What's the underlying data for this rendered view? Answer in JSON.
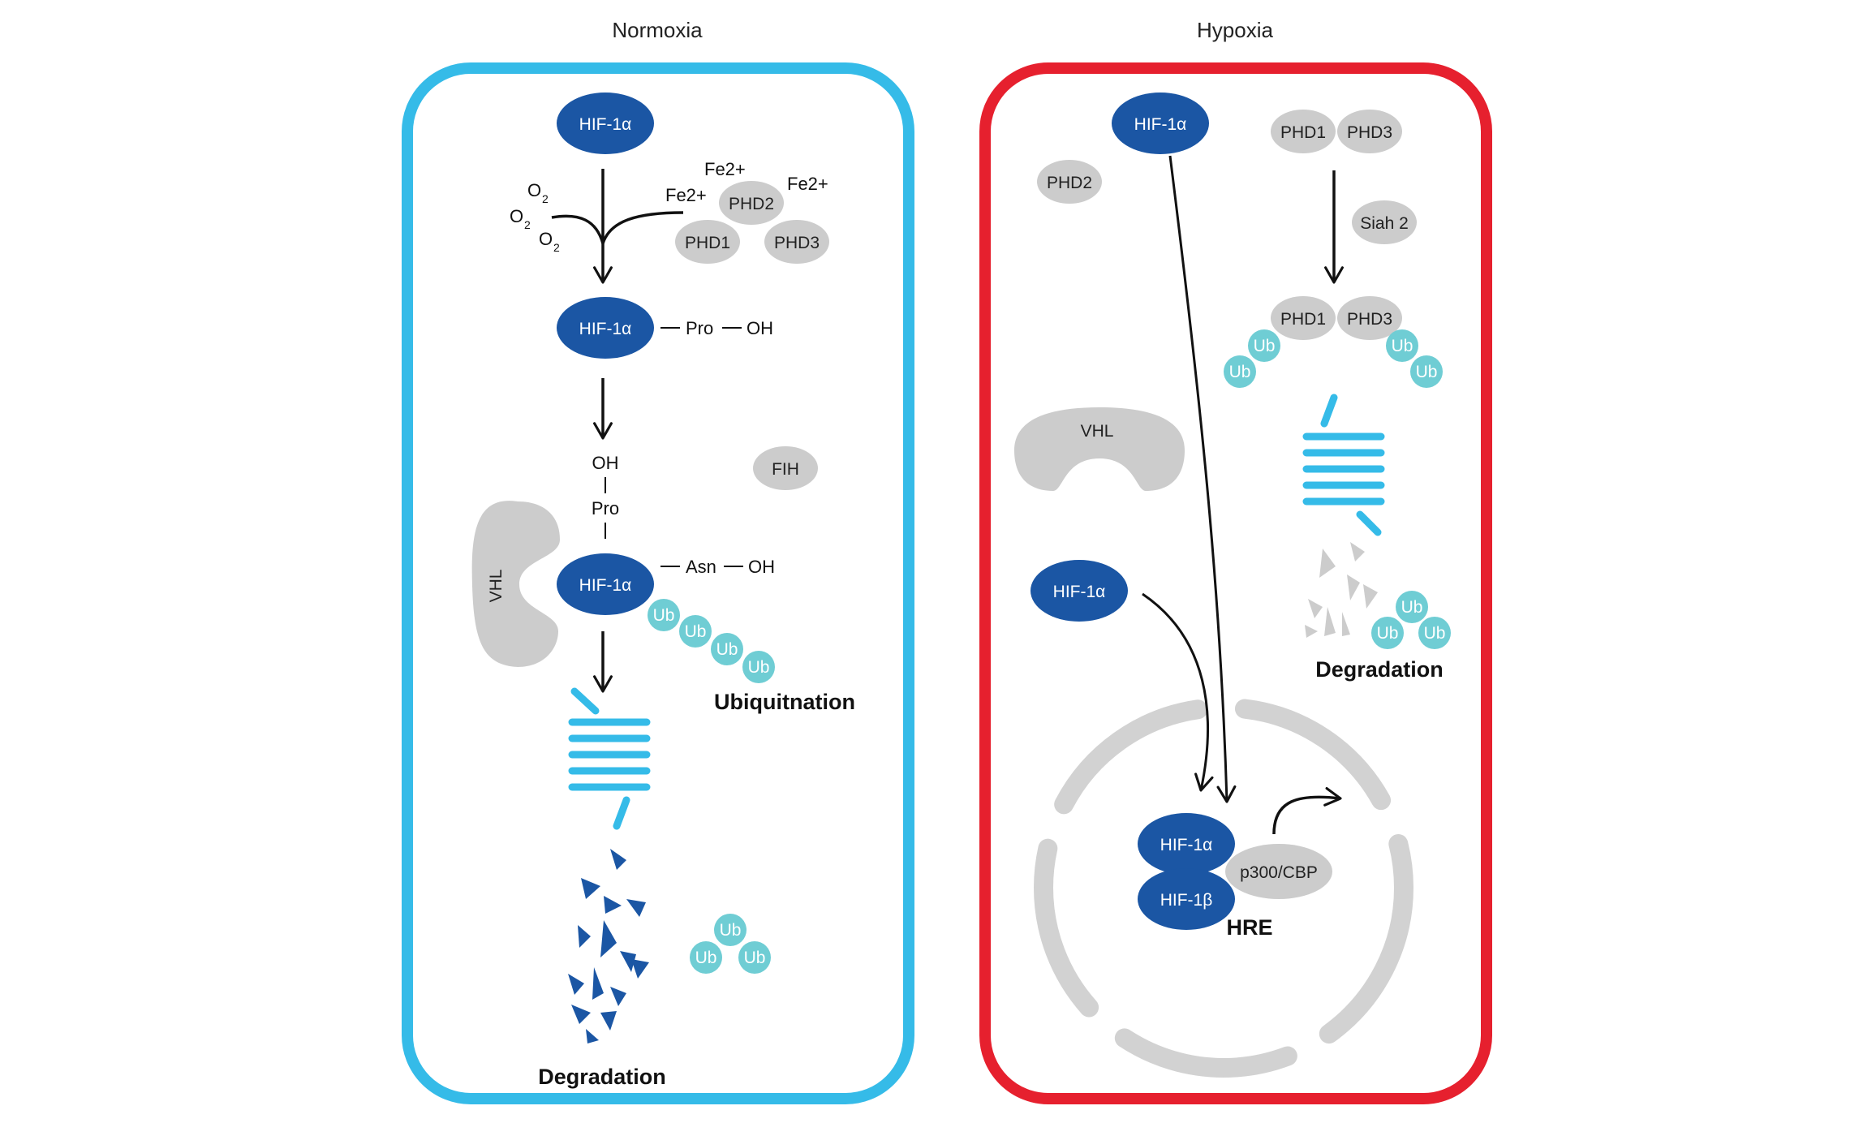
{
  "panels": {
    "normoxia": {
      "title": "Normoxia",
      "border_color": "#35bbe8",
      "hif1a_top": "HIF-1α",
      "oxygen": "O",
      "oxygen_sub": "2",
      "fe2": "Fe2+",
      "phd1": "PHD1",
      "phd2": "PHD2",
      "phd3": "PHD3",
      "hif1a_mid": "HIF-1α",
      "pro": "Pro",
      "oh": "OH",
      "fih": "FIH",
      "vhl": "VHL",
      "hif1a_bottom": "HIF-1α",
      "asn": "Asn",
      "ub": "Ub",
      "ubiquitination": "Ubiquitnation",
      "degradation": "Degradation"
    },
    "hypoxia": {
      "title": "Hypoxia",
      "border_color": "#e6202e",
      "hif1a_top": "HIF-1α",
      "phd2": "PHD2",
      "phd1": "PHD1",
      "phd3": "PHD3",
      "siah2": "Siah 2",
      "ub": "Ub",
      "vhl": "VHL",
      "hif1a_left": "HIF-1α",
      "degradation": "Degradation",
      "hif1a_nucleus": "HIF-1α",
      "hif1b_nucleus": "HIF-1β",
      "p300": "p300/CBP",
      "hre": "HRE"
    }
  },
  "colors": {
    "hif_blue": "#1b56a4",
    "protein_gray": "#cccccc",
    "ub_teal": "#6fcdd4",
    "proteasome_blue": "#35bbe8",
    "nucleus_gray": "#d2d2d2",
    "arrow_black": "#111111"
  }
}
